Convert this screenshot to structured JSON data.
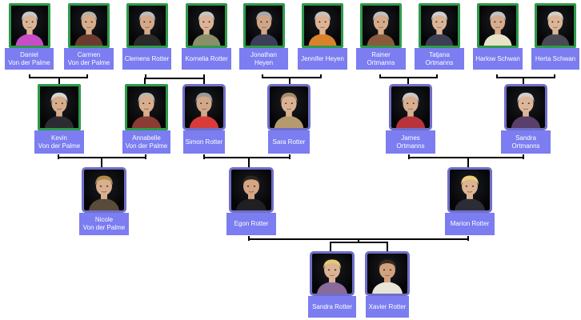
{
  "tree": {
    "people": [
      {
        "id": "daniel",
        "name": "Daniel\nVon der Palme",
        "status": "dead",
        "hair": "#c9c9c9",
        "skin": "#d9b596",
        "shirt": "#c84bc8"
      },
      {
        "id": "carmen",
        "name": "Carmen\nVon der Palme",
        "status": "dead",
        "hair": "#b9b2a8",
        "skin": "#d6ad8c",
        "shirt": "#6b3b2f"
      },
      {
        "id": "clemens",
        "name": "Clemens Rotter",
        "status": "dead",
        "hair": "#bdbdbd",
        "skin": "#d3a98a",
        "shirt": "#2a2a2a"
      },
      {
        "id": "kornelia",
        "name": "Kornelia Rotter",
        "status": "dead",
        "hair": "#c8c6c0",
        "skin": "#dcb497",
        "shirt": "#8a8f6a"
      },
      {
        "id": "jonathan",
        "name": "Jonathan Heyen",
        "status": "dead",
        "hair": "#a8a8a8",
        "skin": "#d0a686",
        "shirt": "#3b3f57"
      },
      {
        "id": "jennifer",
        "name": "Jennifer Heyen",
        "status": "dead",
        "hair": "#c6c3bb",
        "skin": "#ddb393",
        "shirt": "#d9822b"
      },
      {
        "id": "rainer",
        "name": "Rainer Ortmanns",
        "status": "dead",
        "hair": "#bfbfbf",
        "skin": "#d6ab8a",
        "shirt": "#8a5a3c"
      },
      {
        "id": "tatjana",
        "name": "Tatjana Ortmanns",
        "status": "dead",
        "hair": "#cfcfcf",
        "skin": "#dab497",
        "shirt": "#3d3f52"
      },
      {
        "id": "harlow",
        "name": "Harlow Schwan",
        "status": "dead",
        "hair": "#c4c4c4",
        "skin": "#d7ad8d",
        "shirt": "#e8e2c8"
      },
      {
        "id": "herta",
        "name": "Herta Schwan",
        "status": "dead",
        "hair": "#d2cfc6",
        "skin": "#dbb597",
        "shirt": "#4a4a55"
      },
      {
        "id": "kevin",
        "name": "Kevin\nVon der Palme",
        "status": "dead",
        "hair": "#d6d6d6",
        "skin": "#d5ac8c",
        "shirt": "#2b2b32"
      },
      {
        "id": "annabelle",
        "name": "Annabelle\nVon der Palme",
        "status": "dead",
        "hair": "#bdb6ab",
        "skin": "#d8ae8e",
        "shirt": "#8a3b33"
      },
      {
        "id": "simon",
        "name": "Simon Rotter",
        "status": "alive",
        "hair": "#9a9a9a",
        "skin": "#d2a888",
        "shirt": "#d93b3b"
      },
      {
        "id": "sara",
        "name": "Sara Rotter",
        "status": "alive",
        "hair": "#a58a6a",
        "skin": "#dab293",
        "shirt": "#b59a6e"
      },
      {
        "id": "james",
        "name": "James Ortmanns",
        "status": "alive",
        "hair": "#c9c9c9",
        "skin": "#d8ae8f",
        "shirt": "#b8343a"
      },
      {
        "id": "sandra_o",
        "name": "Sandra Ortmanns",
        "status": "alive",
        "hair": "#d0cfcb",
        "skin": "#dcb699",
        "shirt": "#5a3f6a"
      },
      {
        "id": "nicole",
        "name": "Nicole\nVon der Palme",
        "status": "alive",
        "hair": "#b08a4a",
        "skin": "#d9b08e",
        "shirt": "#5a4a3a"
      },
      {
        "id": "egon",
        "name": "Egon Rotter",
        "status": "alive",
        "hair": "#2a2420",
        "skin": "#d4a684",
        "shirt": "#1f1f24"
      },
      {
        "id": "marion",
        "name": "Marion Rotter",
        "status": "alive",
        "hair": "#e8d07a",
        "skin": "#dcb393",
        "shirt": "#2c2c36"
      },
      {
        "id": "sandra_r",
        "name": "Sandra Rotter",
        "status": "alive",
        "hair": "#e6c96e",
        "skin": "#dbb294",
        "shirt": "#8a6a9a"
      },
      {
        "id": "xavier",
        "name": "Xavier Rotter",
        "status": "alive",
        "hair": "#3a2a20",
        "skin": "#d2a27e",
        "shirt": "#e8e4d8"
      }
    ]
  },
  "colors": {
    "label_bg": "#7b7df0",
    "deceased_border": "#2e9a4a",
    "living_border": "#6f6fc8",
    "line": "#000000"
  }
}
